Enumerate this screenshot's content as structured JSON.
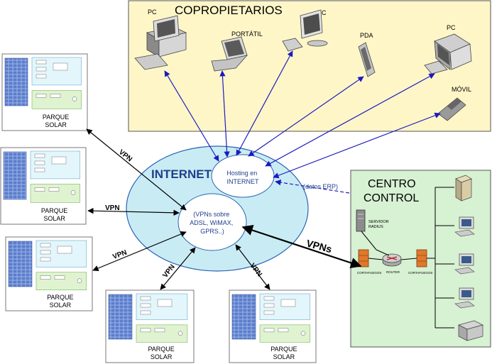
{
  "copropietarios": {
    "title": "COPROPIETARIOS",
    "devices": [
      {
        "label": "PC",
        "icon": "desktop-pc-icon"
      },
      {
        "label": "PORTÁTIL",
        "icon": "laptop-icon"
      },
      {
        "label": "PC",
        "icon": "flat-monitor-pc-icon"
      },
      {
        "label": "PDA",
        "icon": "pda-icon"
      },
      {
        "label": "PC",
        "icon": "crt-pc-icon"
      },
      {
        "label": "MÓVIL",
        "icon": "mobile-phone-icon"
      }
    ]
  },
  "internet": {
    "title": "INTERNET",
    "hosting": "Hosting en\nINTERNET",
    "vpn_cloud": "(VPNs sobre\nADSL, WiMAX,\nGPRS..)",
    "datos_erp": "(datos ERP)"
  },
  "parques": [
    {
      "label": "PARQUE\nSOLAR",
      "vpn": "VPN"
    },
    {
      "label": "PARQUE\nSOLAR",
      "vpn": "VPN"
    },
    {
      "label": "PARQUE\nSOLAR",
      "vpn": "VPN"
    },
    {
      "label": "PARQUE\nSOLAR",
      "vpn": "VPN"
    },
    {
      "label": "PARQUE\nSOLAR",
      "vpn": "VPN"
    }
  ],
  "centro": {
    "title": "CENTRO\nCONTROL",
    "vpns": "VPNs",
    "servidor": "SERVIDOR\nRADIUS",
    "cortafuegos": "CORTAFUEGOS",
    "router": "ROUTER"
  },
  "colors": {
    "copropietarios_bg": "#fff6c8",
    "internet_bg": "#c9ecf4",
    "internet_title": "#1f3f8c",
    "centro_bg": "#d7f1d3",
    "arrow_blue": "#1b1bbf",
    "arrow_black": "#000000",
    "panel_blue": "#4d6fc0"
  }
}
